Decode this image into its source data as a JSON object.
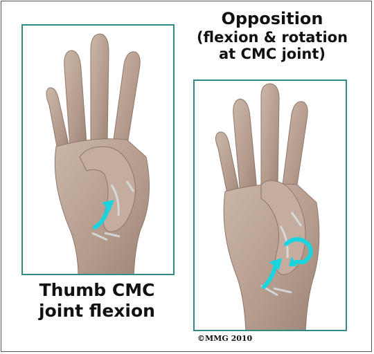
{
  "right_title": {
    "main": "Opposition",
    "line2": "(flexion & rotation",
    "line3": "at CMC joint)"
  },
  "left_caption": {
    "line1": "Thumb CMC",
    "line2": "joint flexion"
  },
  "copyright": "©MMG 2010",
  "colors": {
    "panel_border": "#2e8b86",
    "arrow": "#19d3df",
    "skin": "#bfa89a"
  },
  "icons": [
    "hand-illustration",
    "flexion-arrow-icon",
    "rotation-arrow-icon"
  ]
}
